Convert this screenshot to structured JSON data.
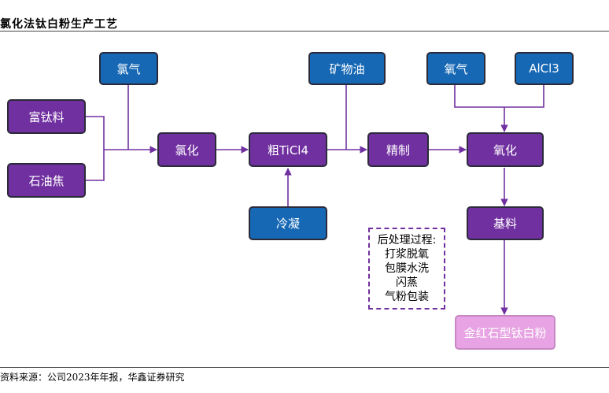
{
  "title": "氯化法钛白粉生产工艺",
  "source": "资料来源：公司2023年年报，华鑫证券研究",
  "nodes": {
    "fu_tai_liao": "富钛料",
    "shi_you_jiao": "石油焦",
    "lv_qi": "氯气",
    "lv_hua": "氯化",
    "cu_ticl4": "粗TiCl4",
    "leng_ning": "冷凝",
    "kuang_wu_you": "矿物油",
    "jing_zhi": "精制",
    "yang_qi": "氧气",
    "alcl3": "AlCl3",
    "yang_hua": "氧化",
    "ji_liao": "基料",
    "product": "金红石型钛白粉"
  },
  "note": {
    "heading": "后处理过程:",
    "steps": [
      "打浆脱氧",
      "包膜水洗",
      "闪蒸",
      "气粉包装"
    ]
  },
  "colors": {
    "process": "#7130a0",
    "input": "#1668b4",
    "product": "#e7a3e3",
    "line": "#7130a0"
  }
}
